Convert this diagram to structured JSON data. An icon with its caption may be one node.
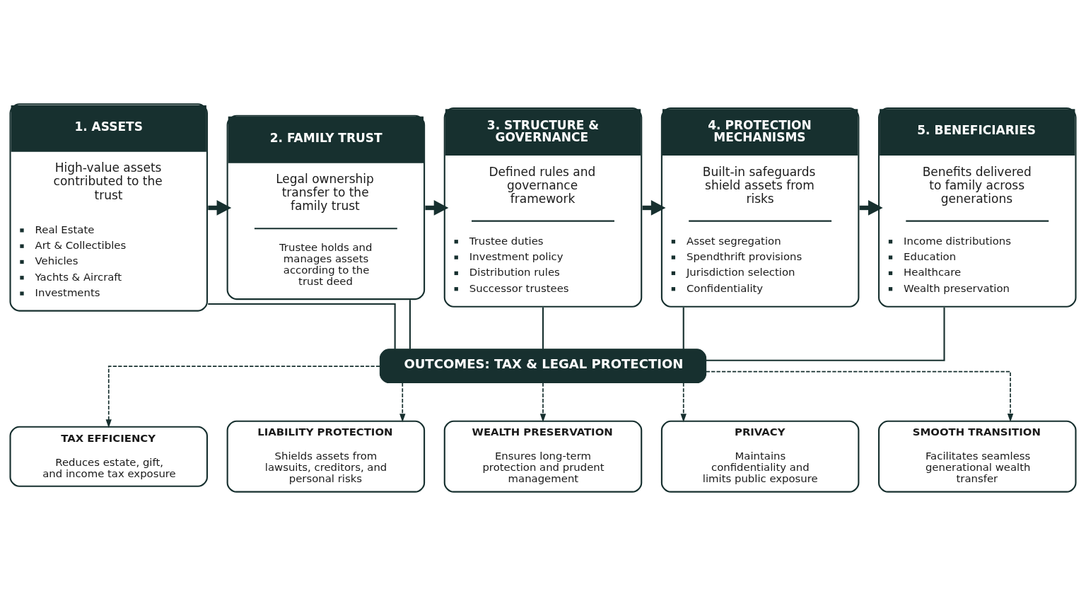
{
  "diagram": {
    "nodes": [
      {
        "text": [
          "1. ASSETS",
          "High-value assets contributed to the trust",
          "Real Estate",
          "Art & Collectibles",
          "Vehicles",
          "Yachts & Aircraft",
          "Investments"
        ]
      },
      {
        "text": [
          "2. FAMILY TRUST",
          "Legal ownership transfer to the family trust",
          "Trustee holds and manages assets according to the trust deed"
        ]
      },
      {
        "text": [
          "3. STRUCTURE & GOVERNANCE",
          "Defined rules and governance framework",
          "Trustee duties",
          "Investment policy",
          "Distribution rules",
          "Successor trustees"
        ]
      },
      {
        "text": [
          "4. PROTECTION MECHANISMS",
          "Built-in safeguards shield assets from risks",
          "Asset segregation",
          "Spendthrift provisions",
          "Jurisdiction selection",
          "Confidentiality"
        ]
      },
      {
        "text": [
          "5. BENEFICIARIES",
          "Benefits delivered to family across generations",
          "Income distributions",
          "Education",
          "Healthcare",
          "Wealth preservation"
        ]
      },
      {
        "text": [
          "OUTCOMES: TAX & LEGAL PROTECTION"
        ]
      },
      {
        "text": [
          "TAX EFFICIENCY",
          "Reduces estate, gift, and income tax exposure"
        ]
      },
      {
        "text": [
          "LIABILITY PROTECTION",
          "Shields assets from lawsuits, creditors, and personal risks"
        ]
      },
      {
        "text": [
          "WEALTH PRESERVATION",
          "Ensures long-term protection and prudent management"
        ]
      },
      {
        "text": [
          "PRIVACY",
          "Maintains confidentiality and limits public exposure"
        ]
      },
      {
        "text": [
          "SMOOTH TRANSITION",
          "Facilitates seamless generational wealth transfer"
        ]
      }
    ],
    "edges": [
      {
        "from": 0,
        "to": 1,
        "arrow": "to",
        "style": "thick"
      },
      {
        "from": 1,
        "to": 2,
        "arrow": "to",
        "style": "thick"
      },
      {
        "from": 2,
        "to": 3,
        "arrow": "to",
        "style": "thick"
      },
      {
        "from": 3,
        "to": 4,
        "arrow": "to",
        "style": "thick"
      },
      {
        "from": 0,
        "to": 5,
        "arrow": "none"
      },
      {
        "from": 1,
        "to": 5,
        "arrow": "none"
      },
      {
        "from": 2,
        "to": 5,
        "arrow": "none"
      },
      {
        "from": 3,
        "to": 5,
        "arrow": "none"
      },
      {
        "from": 4,
        "to": 5,
        "arrow": "none"
      },
      {
        "from": 5,
        "to": 6,
        "arrow": "to",
        "style": "dashed"
      },
      {
        "from": 5,
        "to": 7,
        "arrow": "to",
        "style": "dashed"
      },
      {
        "from": 5,
        "to": 8,
        "arrow": "to",
        "style": "dashed"
      },
      {
        "from": 5,
        "to": 9,
        "arrow": "to",
        "style": "dashed"
      },
      {
        "from": 5,
        "to": 10,
        "arrow": "to",
        "style": "dashed"
      }
    ]
  }
}
